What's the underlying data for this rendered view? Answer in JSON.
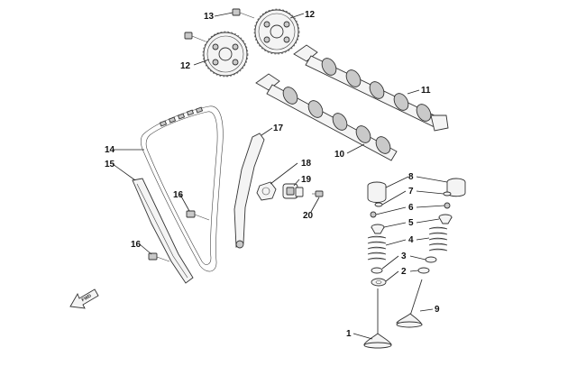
{
  "callouts": [
    {
      "id": "c1",
      "text": "1"
    },
    {
      "id": "c2",
      "text": "2"
    },
    {
      "id": "c3",
      "text": "3"
    },
    {
      "id": "c4",
      "text": "4"
    },
    {
      "id": "c5",
      "text": "5"
    },
    {
      "id": "c6",
      "text": "6"
    },
    {
      "id": "c7",
      "text": "7"
    },
    {
      "id": "c8",
      "text": "8"
    },
    {
      "id": "c9",
      "text": "9"
    },
    {
      "id": "c10",
      "text": "10"
    },
    {
      "id": "c11",
      "text": "11"
    },
    {
      "id": "c12a",
      "text": "12"
    },
    {
      "id": "c12b",
      "text": "12"
    },
    {
      "id": "c13",
      "text": "13"
    },
    {
      "id": "c14",
      "text": "14"
    },
    {
      "id": "c15",
      "text": "15"
    },
    {
      "id": "c16a",
      "text": "16"
    },
    {
      "id": "c16b",
      "text": "16"
    },
    {
      "id": "c17",
      "text": "17"
    },
    {
      "id": "c18",
      "text": "18"
    },
    {
      "id": "c19",
      "text": "19"
    },
    {
      "id": "c20",
      "text": "20"
    }
  ],
  "fwd_label": "FWD",
  "icons": {
    "forward": "arrow-forward-icon"
  }
}
